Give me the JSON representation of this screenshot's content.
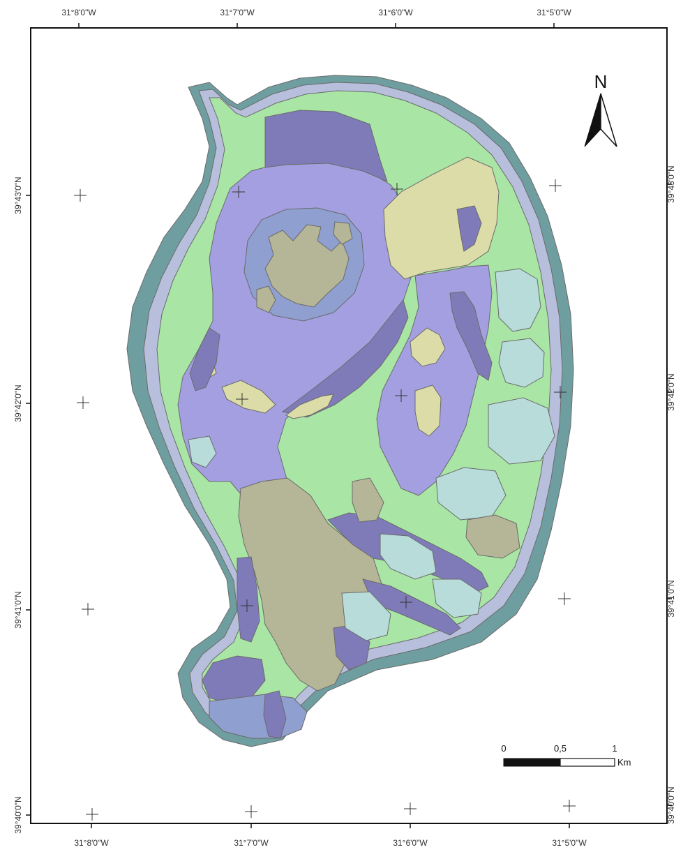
{
  "map": {
    "lon_labels": [
      "31°8'0\"W",
      "31°7'0\"W",
      "31°6'0\"W",
      "31°5'0\"W"
    ],
    "lat_labels": [
      "39°43'0\"N",
      "39°42'0\"N",
      "39°41'0\"N",
      "39°40'0\"N"
    ],
    "north_arrow": {
      "label": "N"
    },
    "scale_bar": {
      "ticks": [
        "0",
        "0,5",
        "1"
      ],
      "unit": "Km"
    },
    "colors": {
      "outer_shore": "#6f9ea0",
      "shore_band": "#b7bfdc",
      "green": "#a9e5a5",
      "lavender": "#a49fe0",
      "dark_purple": "#7f7bb8",
      "khaki": "#b5b597",
      "pale_teal": "#b7dcd9",
      "cream": "#dcdca8",
      "slate_blue": "#8f9fd0",
      "outline": "#6a6a6a"
    }
  }
}
